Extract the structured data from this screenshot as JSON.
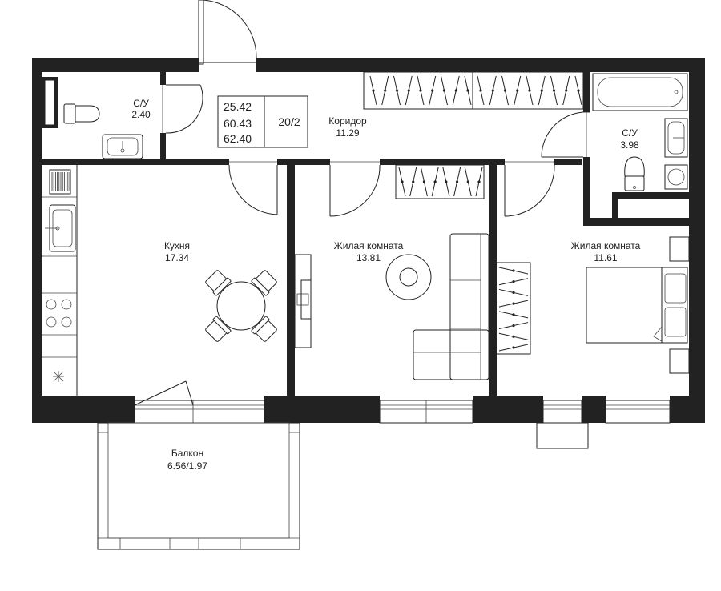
{
  "summary": {
    "area_living": "25.42",
    "area_total": "60.43",
    "area_total_balcony": "62.40",
    "code": "20/2"
  },
  "rooms": {
    "wc1": {
      "name": "С/У",
      "area": "2.40"
    },
    "corridor": {
      "name": "Коридор",
      "area": "11.29"
    },
    "wc2": {
      "name": "С/У",
      "area": "3.98"
    },
    "kitchen": {
      "name": "Кухня",
      "area": "17.34"
    },
    "living1": {
      "name": "Жилая комната",
      "area": "13.81"
    },
    "living2": {
      "name": "Жилая комната",
      "area": "11.61"
    },
    "balcony": {
      "name": "Балкон",
      "area": "6.56/1.97"
    }
  },
  "colors": {
    "wall": "#222222",
    "line": "#222222",
    "background": "#ffffff"
  }
}
